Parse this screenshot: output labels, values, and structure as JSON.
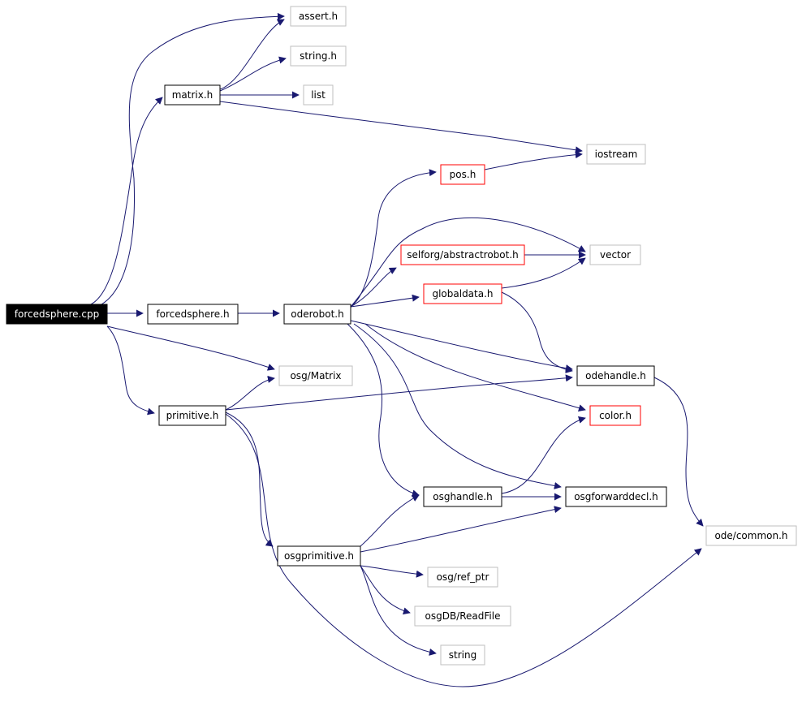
{
  "colors": {
    "edge": "#191970",
    "node_border_default": "#000000",
    "node_border_red": "#ff0000",
    "node_border_external": "#bfbfbf",
    "root_fill": "#000000",
    "root_text": "#ffffff",
    "text": "#000000"
  },
  "nodes": {
    "forcedsphere_cpp": {
      "label": "forcedsphere.cpp",
      "style": "root"
    },
    "matrix_h": {
      "label": "matrix.h",
      "style": "default"
    },
    "assert_h": {
      "label": "assert.h",
      "style": "external"
    },
    "string_h": {
      "label": "string.h",
      "style": "external"
    },
    "list": {
      "label": "list",
      "style": "external"
    },
    "iostream": {
      "label": "iostream",
      "style": "external"
    },
    "pos_h": {
      "label": "pos.h",
      "style": "red"
    },
    "abstractrobot_h": {
      "label": "selforg/abstractrobot.h",
      "style": "red"
    },
    "vector": {
      "label": "vector",
      "style": "external"
    },
    "globaldata_h": {
      "label": "globaldata.h",
      "style": "red"
    },
    "forcedsphere_h": {
      "label": "forcedsphere.h",
      "style": "default"
    },
    "oderobot_h": {
      "label": "oderobot.h",
      "style": "default"
    },
    "odehandle_h": {
      "label": "odehandle.h",
      "style": "default"
    },
    "osg_matrix": {
      "label": "osg/Matrix",
      "style": "external"
    },
    "primitive_h": {
      "label": "primitive.h",
      "style": "default"
    },
    "color_h": {
      "label": "color.h",
      "style": "red"
    },
    "osghandle_h": {
      "label": "osghandle.h",
      "style": "default"
    },
    "osgforwarddecl_h": {
      "label": "osgforwarddecl.h",
      "style": "default"
    },
    "ode_common_h": {
      "label": "ode/common.h",
      "style": "external"
    },
    "osgprimitive_h": {
      "label": "osgprimitive.h",
      "style": "default"
    },
    "osg_ref_ptr": {
      "label": "osg/ref_ptr",
      "style": "external"
    },
    "osgdb_readfile": {
      "label": "osgDB/ReadFile",
      "style": "external"
    },
    "string": {
      "label": "string",
      "style": "external"
    }
  },
  "edges": [
    [
      "forcedsphere_cpp",
      "matrix_h"
    ],
    [
      "forcedsphere_cpp",
      "assert_h"
    ],
    [
      "forcedsphere_cpp",
      "forcedsphere_h"
    ],
    [
      "forcedsphere_cpp",
      "osg_matrix"
    ],
    [
      "forcedsphere_cpp",
      "primitive_h"
    ],
    [
      "matrix_h",
      "assert_h"
    ],
    [
      "matrix_h",
      "string_h"
    ],
    [
      "matrix_h",
      "list"
    ],
    [
      "matrix_h",
      "iostream"
    ],
    [
      "forcedsphere_h",
      "oderobot_h"
    ],
    [
      "oderobot_h",
      "pos_h"
    ],
    [
      "oderobot_h",
      "vector"
    ],
    [
      "oderobot_h",
      "abstractrobot_h"
    ],
    [
      "oderobot_h",
      "globaldata_h"
    ],
    [
      "oderobot_h",
      "odehandle_h"
    ],
    [
      "oderobot_h",
      "color_h"
    ],
    [
      "oderobot_h",
      "osghandle_h"
    ],
    [
      "oderobot_h",
      "osgforwarddecl_h"
    ],
    [
      "pos_h",
      "iostream"
    ],
    [
      "abstractrobot_h",
      "vector"
    ],
    [
      "globaldata_h",
      "vector"
    ],
    [
      "globaldata_h",
      "odehandle_h"
    ],
    [
      "odehandle_h",
      "ode_common_h"
    ],
    [
      "primitive_h",
      "osg_matrix"
    ],
    [
      "primitive_h",
      "odehandle_h"
    ],
    [
      "primitive_h",
      "osgprimitive_h"
    ],
    [
      "primitive_h",
      "ode_common_h"
    ],
    [
      "osghandle_h",
      "color_h"
    ],
    [
      "osghandle_h",
      "osgforwarddecl_h"
    ],
    [
      "osgprimitive_h",
      "osghandle_h"
    ],
    [
      "osgprimitive_h",
      "osgforwarddecl_h"
    ],
    [
      "osgprimitive_h",
      "osg_ref_ptr"
    ],
    [
      "osgprimitive_h",
      "osgdb_readfile"
    ],
    [
      "osgprimitive_h",
      "string"
    ]
  ]
}
